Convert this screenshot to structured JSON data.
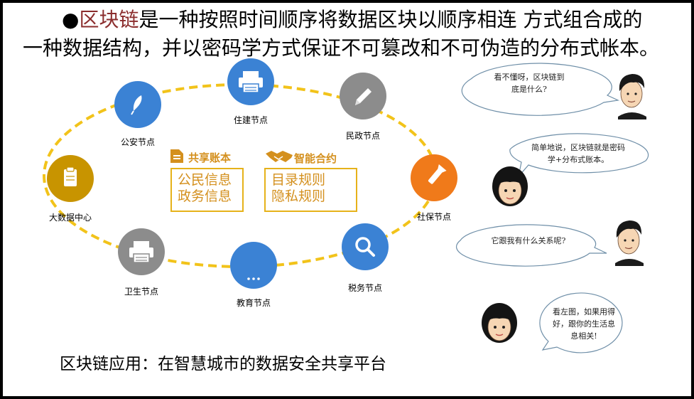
{
  "title": {
    "bullet": "●",
    "keyword": "区块链",
    "line1_rest": "是一种按照时间顺序将数据区块以顺序相连 方式组合成的",
    "line2": "一种数据结构，并以密码学方式保证不可篡改和不可伪造的分布式帐本。"
  },
  "nodes": [
    {
      "name": "住建节点",
      "color": "#3b82d4",
      "icon": "printer-icon"
    },
    {
      "name": "民政节点",
      "color": "#8c8c8c",
      "icon": "pen-icon"
    },
    {
      "name": "社保节点",
      "color": "#f07a1a",
      "icon": "flashlight-icon"
    },
    {
      "name": "税务节点",
      "color": "#3b82d4",
      "icon": "search-icon"
    },
    {
      "name": "教育节点",
      "color": "#3b82d4",
      "icon": "more-icon"
    },
    {
      "name": "卫生节点",
      "color": "#8c8c8c",
      "icon": "printer-icon"
    },
    {
      "name": "大数据中心",
      "color": "#c89400",
      "icon": "clipboard-icon"
    },
    {
      "name": "公安节点",
      "color": "#3b82d4",
      "icon": "feather-icon"
    }
  ],
  "ledger": {
    "title": "共享账本",
    "lines": [
      "公民信息",
      "政务信息"
    ]
  },
  "contract": {
    "title": "智能合约",
    "lines": [
      "目录规则",
      "隐私规则"
    ]
  },
  "caption": "区块链应用：在智慧城市的数据安全共享平台",
  "dialog": [
    {
      "speaker": "man",
      "text": "看不懂呀，区块链到底是什么?"
    },
    {
      "speaker": "woman",
      "text": "简单地说，区块链就是密码学+分布式账本。"
    },
    {
      "speaker": "man",
      "text": "它跟我有什么关系呢?"
    },
    {
      "speaker": "woman",
      "text": "看左图，如果用得好，跟你的生活息息相关!"
    }
  ],
  "colors": {
    "ring": "#f2c31a",
    "accent": "#d4901e",
    "keyword": "#8b2d2d",
    "bubble_border": "#6f8fa8"
  }
}
